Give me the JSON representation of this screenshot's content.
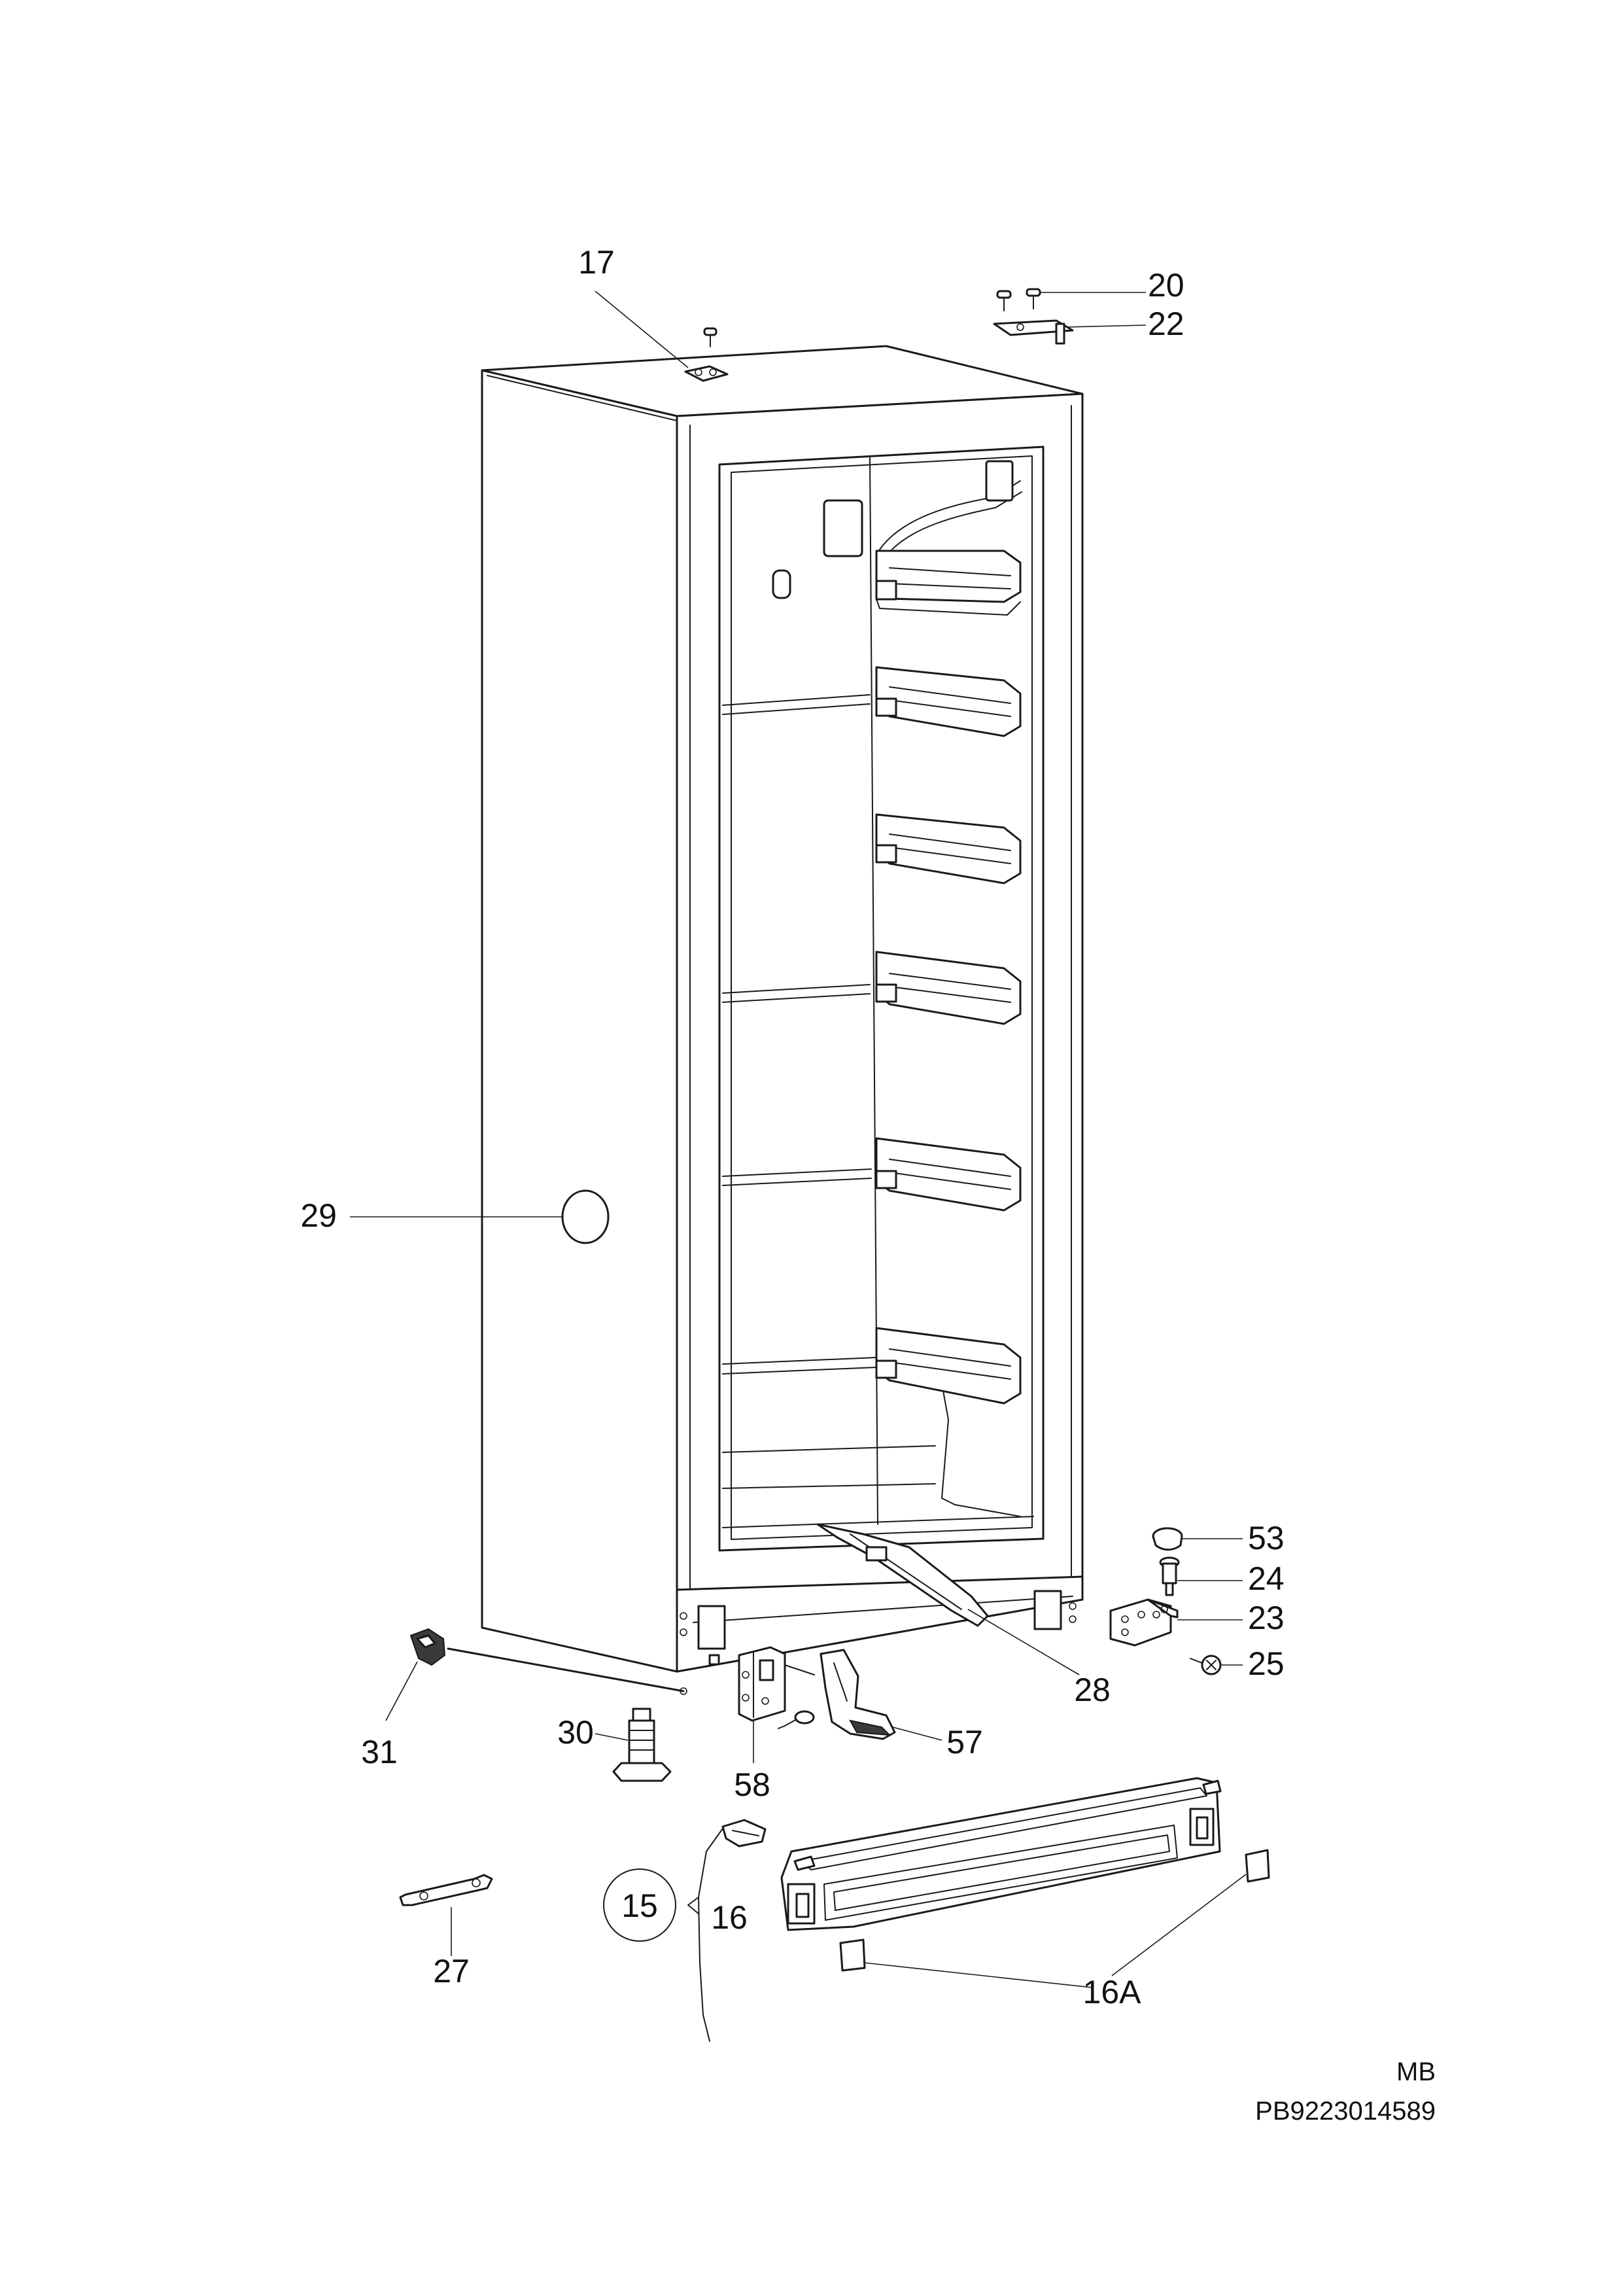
{
  "labels": {
    "p17": "17",
    "p20": "20",
    "p22": "22",
    "p29": "29",
    "p53": "53",
    "p24": "24",
    "p23": "23",
    "p25": "25",
    "p28": "28",
    "p31": "31",
    "p30": "30",
    "p58": "58",
    "p57": "57",
    "p15": "15",
    "p16": "16",
    "p16a": "16A",
    "p27": "27"
  },
  "footer": {
    "code": "MB",
    "document_number": "PB9223014589"
  }
}
